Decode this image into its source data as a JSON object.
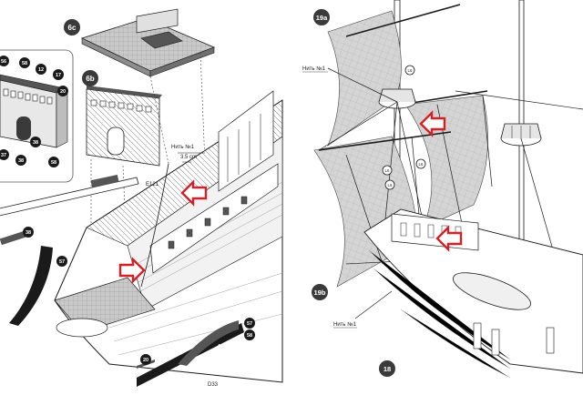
{
  "left_panel": {
    "callouts": {
      "part_6c": "6c",
      "part_6b": "6b",
      "num_56": "56",
      "num_58_top": "58",
      "num_12": "12",
      "num_17": "17",
      "num_20_inset": "20",
      "num_37": "37",
      "num_38_inset": "38",
      "num_38_mid": "38",
      "num_58_inset": "58",
      "num_38_left": "38",
      "num_57_left": "57",
      "num_57_right": "57",
      "num_58_right": "58",
      "num_20_bottom": "20"
    },
    "labels": {
      "thread_label": "Нить №1",
      "dimension": "3.5 cm",
      "part_code_e121": "E121",
      "part_code_d33": "D33"
    }
  },
  "right_panel": {
    "callouts": {
      "part_19a": "19a",
      "part_19b": "19b",
      "part_18": "18",
      "l6_a": "L6",
      "l6_b": "L6",
      "l6_c": "L6",
      "l6_d": "L6"
    },
    "labels": {
      "thread_label_top": "Нить №1",
      "thread_label_bottom": "Нить №1"
    }
  },
  "colors": {
    "badge_fill": "#3a3a3a",
    "arrow_red": "#d42027",
    "sail_fill": "#cfcfcf",
    "deck_fill": "#c8c8c8",
    "outline": "#1a1a1a"
  },
  "icons": [
    "red-arrow-icon"
  ]
}
